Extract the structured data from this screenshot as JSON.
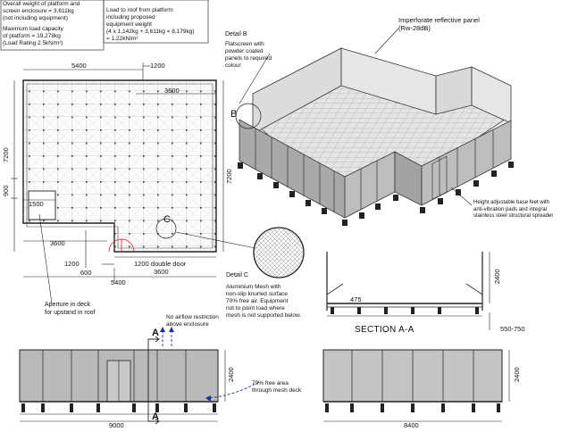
{
  "notes": {
    "weight_platform": "Overall weight of platform and\nscreen enclosure = 3,611kg\n(not including equipment)",
    "max_load": "Maximum load capacity\nof platform = 19,278kg\n(Load Rating 2.5kN/m²)",
    "roof_load": "Load to roof from platform\nincluding proposed\nequipment weight\n(4 x 1,142kg + 3,611kg = 8,179kg)\n= 1.22kN/m²",
    "detail_b_title": "Detail B",
    "detail_b_text": "Flatscreen with\npowder coated\npanels to required\ncolour",
    "imperforate": "Imperforate reflective panel\n(Rw-28dB)",
    "base_feet": "Height adjustable base feet with\nanti-vibration pads and integral\nstainless steel structural spreader",
    "detail_c_title": "Detail C",
    "detail_c_text": "Aluminium Mesh with\nnon-slip knurled surface\n70% free air. Equipment\nnot to point load where\nmesh is not supported below.",
    "aperture": "Aperture in deck\nfor upstand in roof",
    "no_airflow": "No airflow restriction\nabove enclosure",
    "free_area": "70% free area\nthrough mesh deck",
    "section_title": "SECTION A-A"
  },
  "dims": {
    "d5400_top": "5400",
    "d1200_top": "1200",
    "d3600_top": "3600",
    "d7200_left": "7200",
    "d900": "900",
    "d1500": "1500",
    "d7200_right": "7200",
    "d3600_bottom": "3600",
    "d1200_bottom": "1200",
    "d600": "600",
    "d_door": "1200 double door",
    "d3600_b2": "3600",
    "d5400_bottom": "5400",
    "d2400_section": "2400",
    "d475": "475",
    "d550_750": "550-750",
    "d2400_elev1": "2400",
    "d9000": "9000",
    "d2400_elev2": "2400",
    "d8400": "8400"
  },
  "labels": {
    "b": "B",
    "c": "C",
    "a_top": "A",
    "a_bottom": "A"
  },
  "colors": {
    "line": "#222222",
    "panel": "#b8b8b8",
    "panel_dark": "#8a8a8a",
    "blue": "#1b2fa0",
    "red": "#d22020"
  }
}
